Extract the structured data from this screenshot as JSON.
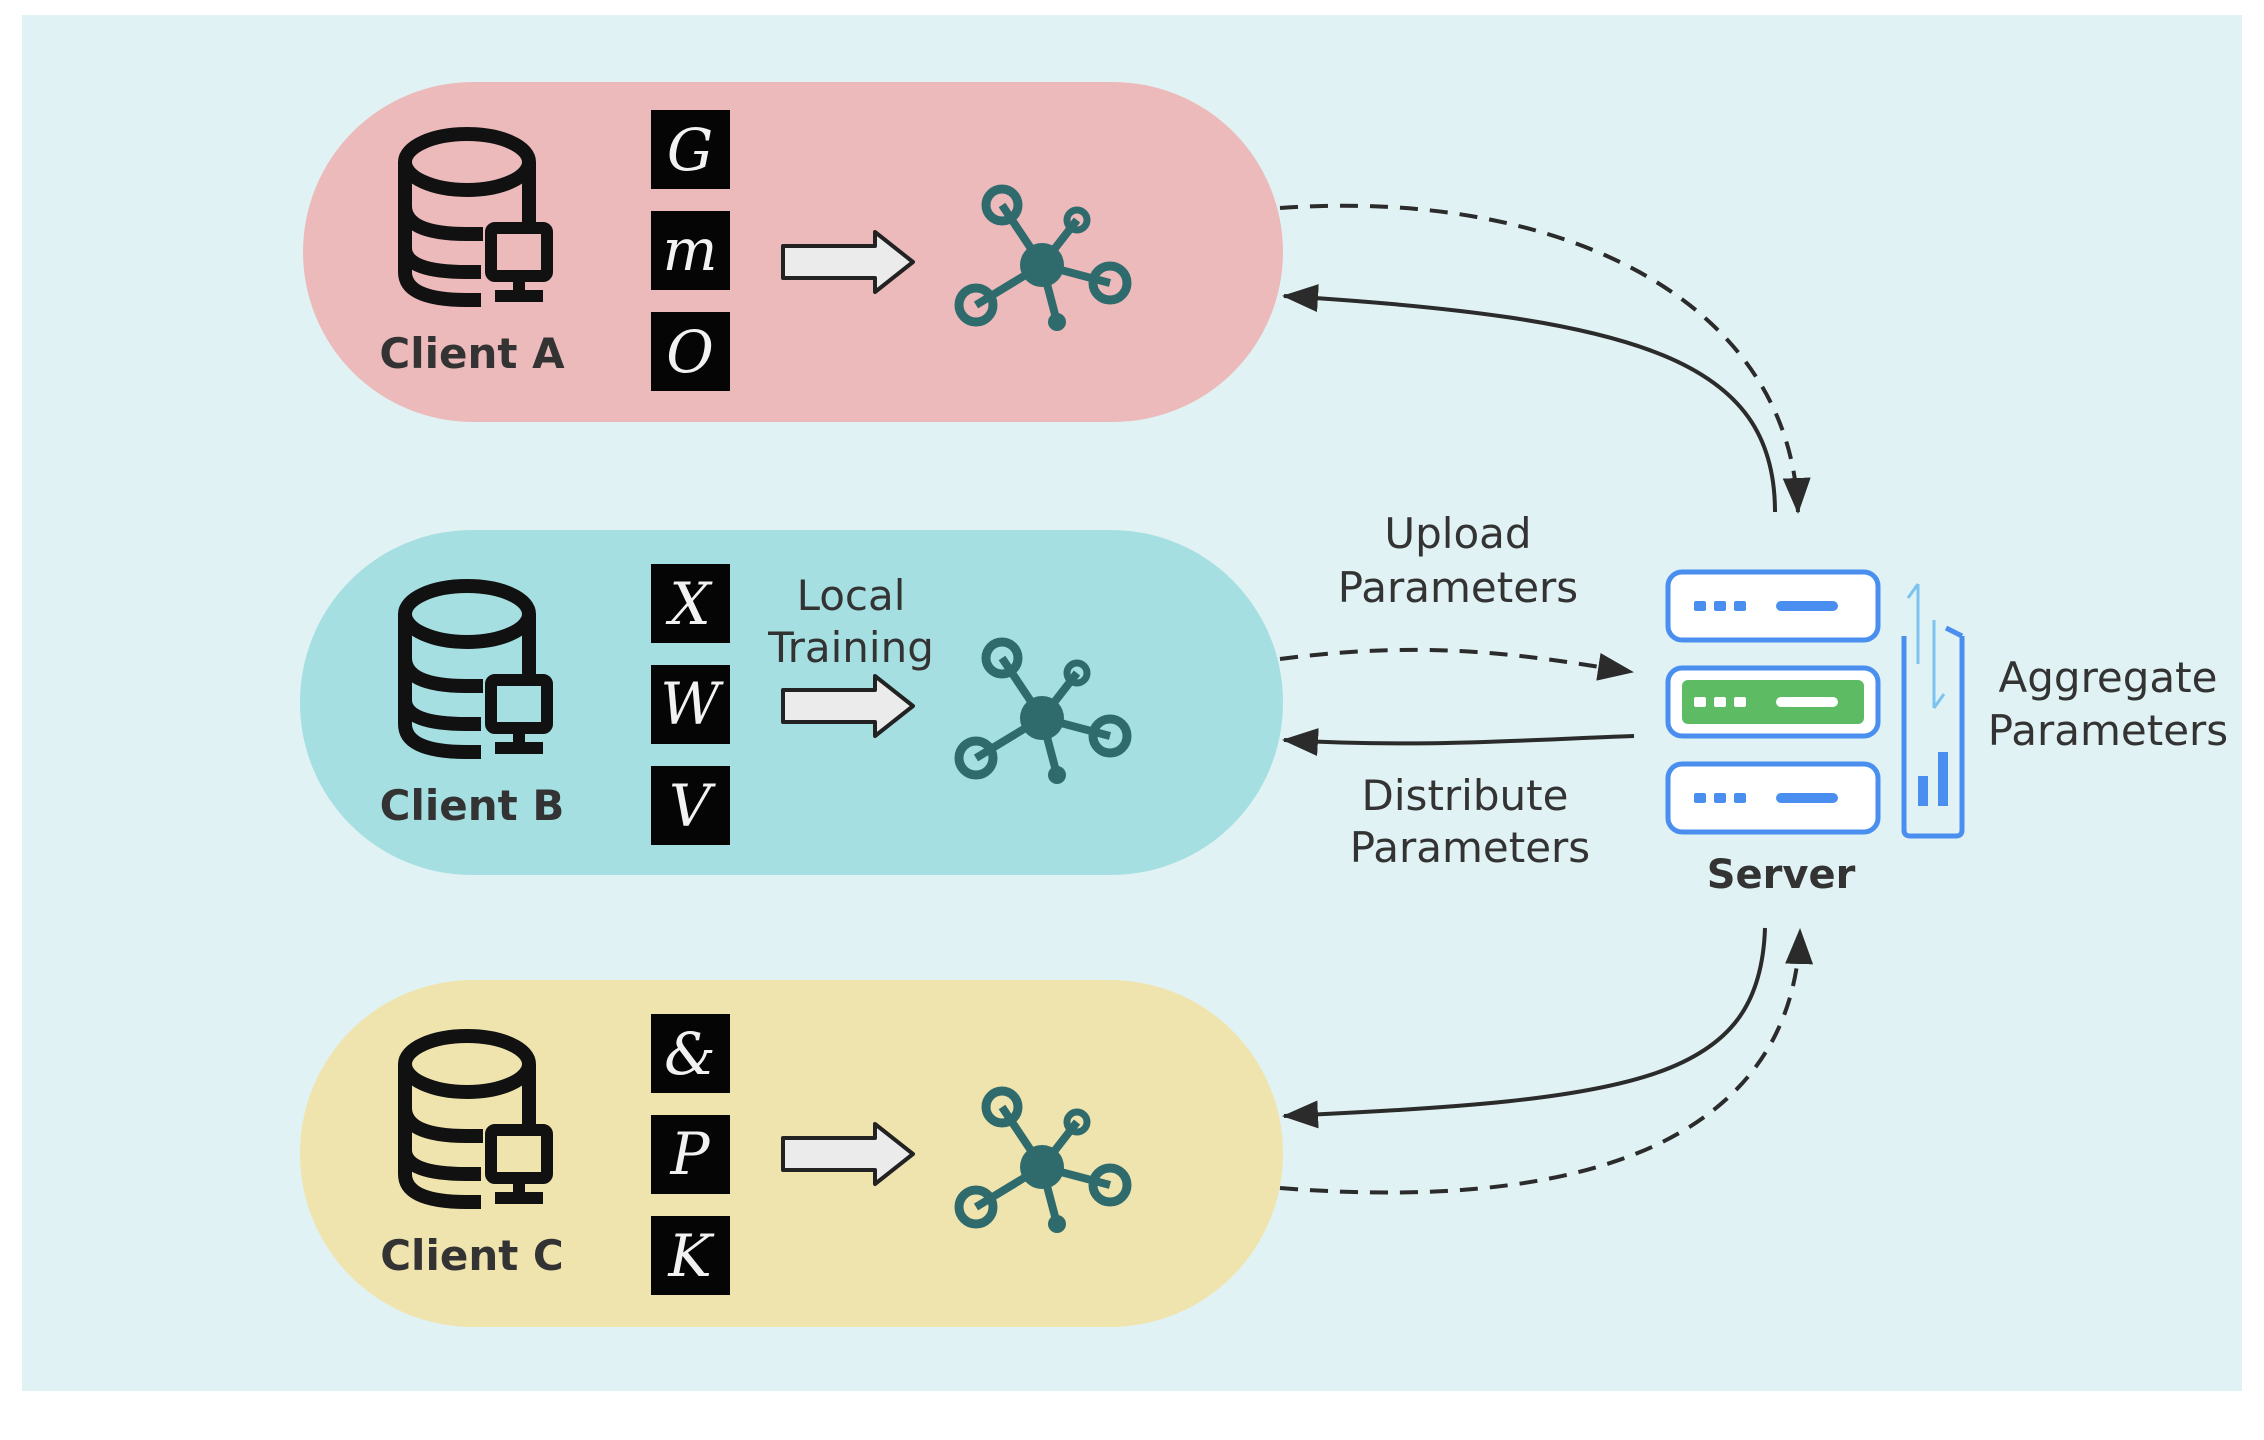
{
  "colors": {
    "background": "#e0f2f3",
    "client_a_fill": "#ecbabb",
    "client_b_fill": "#a6dfe1",
    "client_c_fill": "#f0e4ae",
    "model_node": "#2f6b6c",
    "server_blue": "#4a8ff0",
    "server_green": "#5dbb63",
    "arrow": "#2b2b2b"
  },
  "clients": [
    {
      "label": "Client A",
      "samples": [
        "G",
        "m",
        "O"
      ]
    },
    {
      "label": "Client B",
      "samples": [
        "X",
        "W",
        "V"
      ]
    },
    {
      "label": "Client C",
      "samples": [
        "&",
        "P",
        "K"
      ]
    }
  ],
  "local_training": {
    "line1": "Local",
    "line2": "Training"
  },
  "upload": {
    "line1": "Upload",
    "line2": "Parameters"
  },
  "distribute": {
    "line1": "Distribute",
    "line2": "Parameters"
  },
  "aggregate": {
    "line1": "Aggregate",
    "line2": "Parameters"
  },
  "server": {
    "label": "Server"
  },
  "icons": {
    "database": "database-client-icon",
    "model": "neural-model-icon",
    "server": "server-rack-icon",
    "aggregate": "aggregate-chart-icon"
  }
}
